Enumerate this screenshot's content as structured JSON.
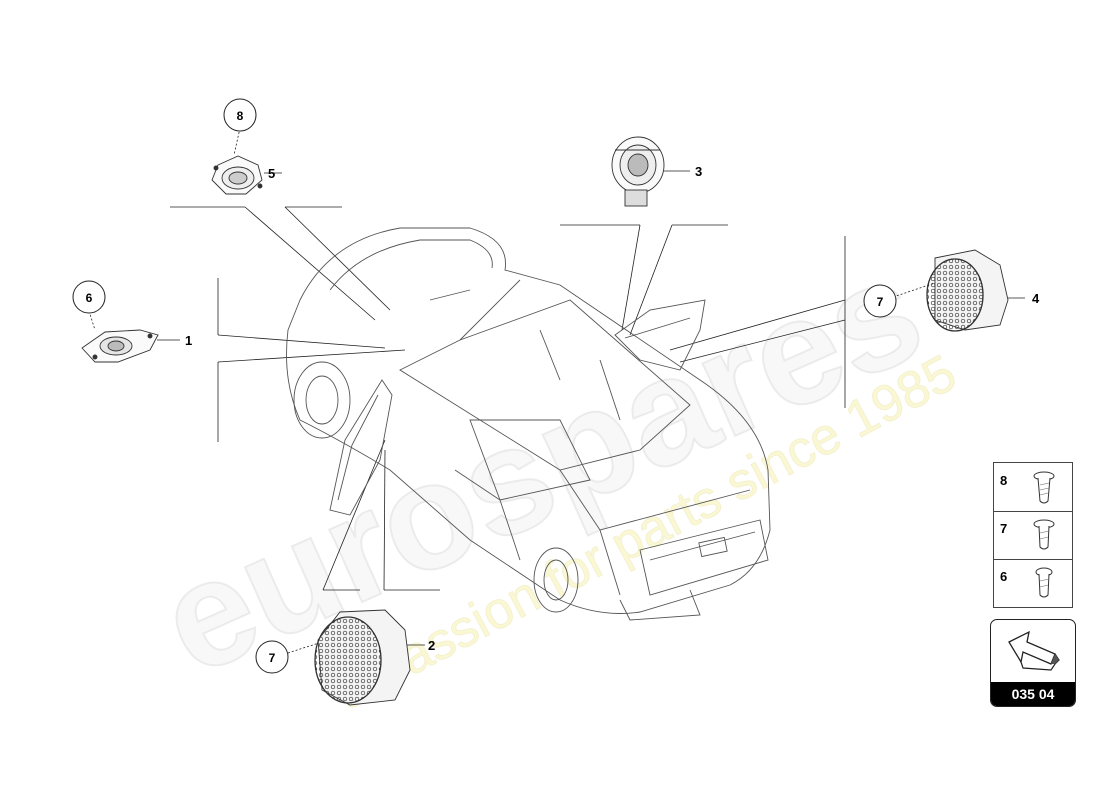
{
  "watermark": {
    "brand": "eurospares",
    "tagline": "a passion for parts since 1985"
  },
  "callouts": {
    "c1": "1",
    "c2": "2",
    "c3": "3",
    "c4": "4",
    "c5": "5"
  },
  "circles": {
    "c8_top": "8",
    "c6_left": "6",
    "c7_right": "7",
    "c7_bottom": "7"
  },
  "legend": {
    "rows": [
      {
        "number": "8",
        "icon": "screw-icon"
      },
      {
        "number": "7",
        "icon": "screw-icon"
      },
      {
        "number": "6",
        "icon": "screw-icon"
      }
    ]
  },
  "reference": {
    "code": "035 04",
    "icon": "arrow-icon"
  }
}
